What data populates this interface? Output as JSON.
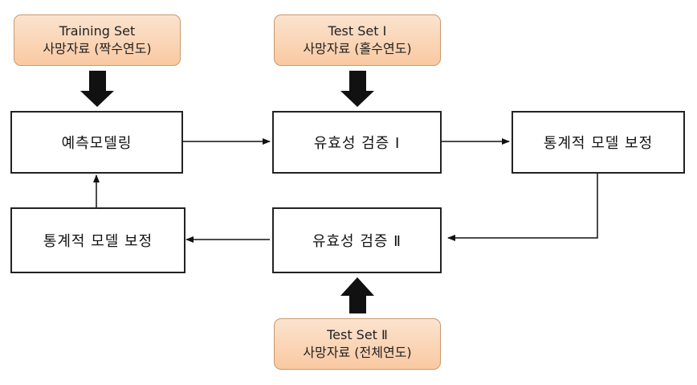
{
  "data_sources": {
    "training": {
      "line1": "Training Set",
      "line2": "사망자료 (짝수연도)"
    },
    "test1": {
      "line1": "Test Set Ⅰ",
      "line2": "사망자료 (홀수연도)"
    },
    "test2": {
      "line1": "Test Set Ⅱ",
      "line2": "사망자료 (전체연도)"
    }
  },
  "processes": {
    "modeling": "예측모델링",
    "validation1": "유효성 검증 Ⅰ",
    "calibration_right": "통계적 모델 보정",
    "validation2": "유효성 검증 Ⅱ",
    "calibration_left": "통계적 모델 보정"
  },
  "colors": {
    "data_box_top": "#fbe3cf",
    "data_box_bottom": "#f9c9a1",
    "data_box_border": "#c99a6c",
    "arrow": "#111111"
  }
}
